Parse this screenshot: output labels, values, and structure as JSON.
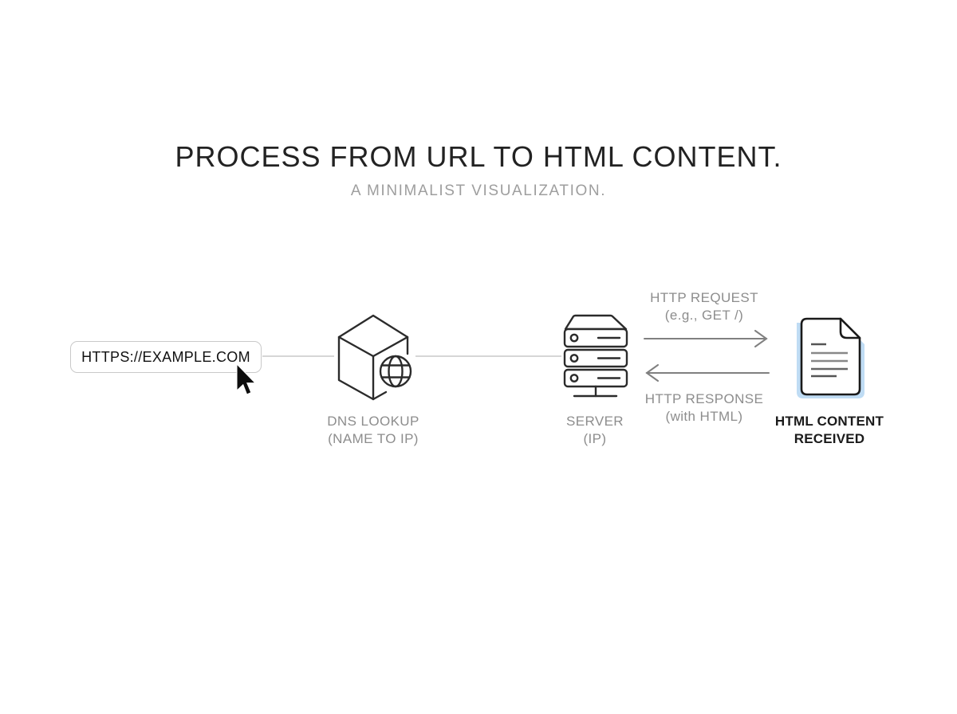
{
  "header": {
    "title": "PROCESS FROM URL TO HTML CONTENT.",
    "subtitle": "A MINIMALIST VISUALIZATION."
  },
  "flow": {
    "url_box": {
      "value": "HTTPS://EXAMPLE.COM"
    },
    "dns": {
      "icon": "cube-globe-icon",
      "label": [
        "DNS LOOKUP",
        "(NAME TO IP)"
      ]
    },
    "server": {
      "icon": "server-rack-icon",
      "label": [
        "SERVER",
        "(IP)"
      ]
    },
    "http_request": {
      "label": [
        "HTTP REQUEST",
        "(e.g., GET /)"
      ],
      "arrow_direction": "right"
    },
    "http_response": {
      "label": [
        "HTTP RESPONSE",
        "(with HTML)"
      ],
      "arrow_direction": "left"
    },
    "html_document": {
      "icon": "document-icon",
      "label": [
        "HTML CONTENT",
        "RECEIVED"
      ]
    }
  },
  "cursor": {
    "icon": "mouse-pointer-icon"
  },
  "colors": {
    "background": "#ffffff",
    "title_text": "#222222",
    "subtitle_text": "#9e9e9e",
    "muted_label": "#8d8d8d",
    "dark_label": "#1b1b1b",
    "icon_stroke": "#2b2b2b",
    "arrow": "#808080",
    "connector_line": "#d6d6d6",
    "url_box_border": "#c9c9c9",
    "document_accent_blue": "#bfdcf4"
  }
}
